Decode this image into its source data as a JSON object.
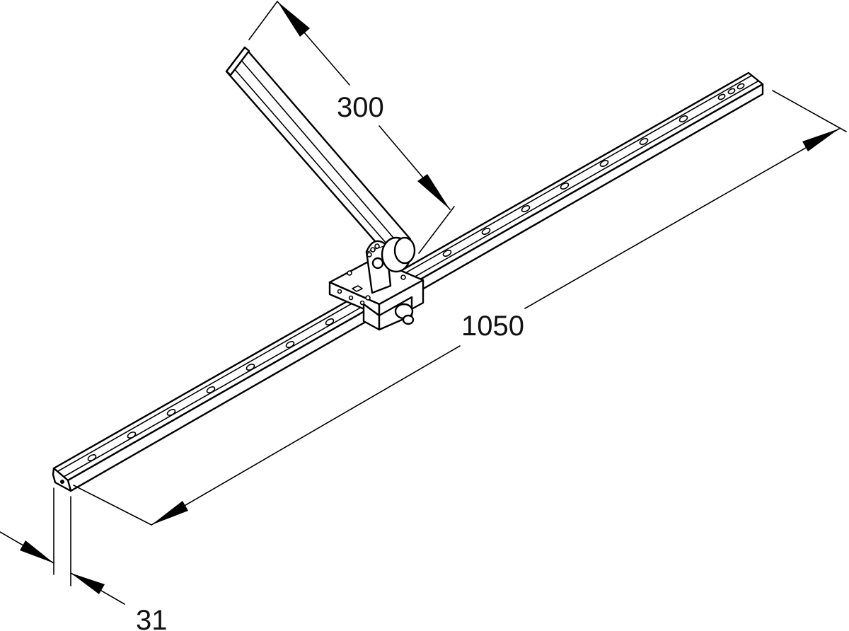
{
  "drawing": {
    "dimensions": {
      "arm_length": "300",
      "rail_length": "1050",
      "rail_width": "31"
    },
    "colors": {
      "ink": "#000000",
      "background": "#ffffff"
    }
  }
}
